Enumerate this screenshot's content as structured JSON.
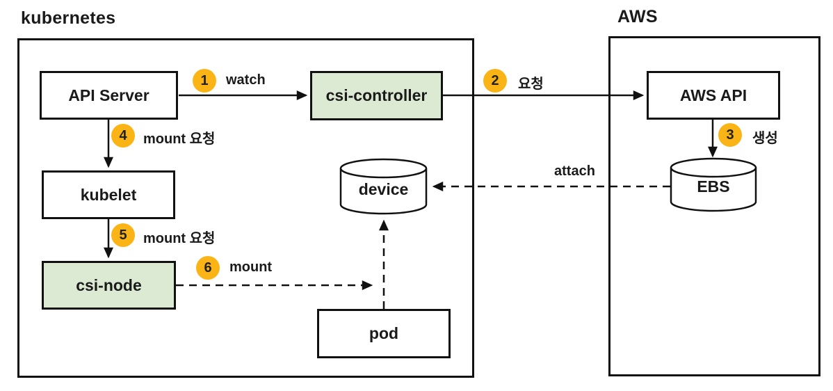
{
  "diagram": {
    "title_groups": {
      "kubernetes": {
        "label": "kubernetes"
      },
      "aws": {
        "label": "AWS"
      }
    },
    "nodes": {
      "api_server": {
        "label": "API Server",
        "shape": "rect",
        "fill": "white"
      },
      "csi_controller": {
        "label": "csi-controller",
        "shape": "rect",
        "fill": "green"
      },
      "kubelet": {
        "label": "kubelet",
        "shape": "rect",
        "fill": "white"
      },
      "csi_node": {
        "label": "csi-node",
        "shape": "rect",
        "fill": "green"
      },
      "device": {
        "label": "device",
        "shape": "cylinder",
        "fill": "white"
      },
      "pod": {
        "label": "pod",
        "shape": "rect",
        "fill": "white"
      },
      "aws_api": {
        "label": "AWS API",
        "shape": "rect",
        "fill": "white"
      },
      "ebs": {
        "label": "EBS",
        "shape": "cylinder",
        "fill": "white"
      }
    },
    "steps": {
      "s1": {
        "num": "1",
        "label": "watch",
        "from": "api_server",
        "to": "csi_controller",
        "style": "solid"
      },
      "s2": {
        "num": "2",
        "label": "요청",
        "from": "csi_controller",
        "to": "aws_api",
        "style": "solid"
      },
      "s3": {
        "num": "3",
        "label": "생성",
        "from": "aws_api",
        "to": "ebs",
        "style": "solid"
      },
      "s4": {
        "num": "4",
        "label": "mount 요청",
        "from": "api_server",
        "to": "kubelet",
        "style": "solid"
      },
      "s5": {
        "num": "5",
        "label": "mount 요청",
        "from": "kubelet",
        "to": "csi_node",
        "style": "solid"
      },
      "s6": {
        "num": "6",
        "label": "mount",
        "from": "csi_node",
        "to": "device",
        "style": "dashed"
      }
    },
    "edge_labels": {
      "attach": "attach"
    },
    "unlabeled_edges": [
      {
        "from": "ebs",
        "to": "device",
        "label": "attach",
        "style": "dashed"
      },
      {
        "from": "pod",
        "to": "device",
        "label": "",
        "style": "dashed"
      }
    ],
    "colors": {
      "highlight_fill": "#DCEAD4",
      "badge": "#FBB415",
      "line": "#111111",
      "background": "#FFFFFF"
    }
  }
}
